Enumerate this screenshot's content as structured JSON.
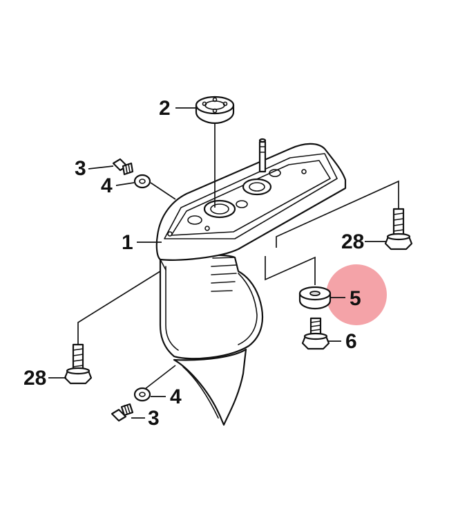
{
  "callouts": [
    {
      "id": "2",
      "label": "2"
    },
    {
      "id": "3a",
      "label": "3"
    },
    {
      "id": "4a",
      "label": "4"
    },
    {
      "id": "1",
      "label": "1"
    },
    {
      "id": "28a",
      "label": "28"
    },
    {
      "id": "5",
      "label": "5"
    },
    {
      "id": "6",
      "label": "6"
    },
    {
      "id": "28b",
      "label": "28"
    },
    {
      "id": "4b",
      "label": "4"
    },
    {
      "id": "3b",
      "label": "3"
    }
  ],
  "highlight": {
    "target": "5",
    "color": "#f4a3a8"
  }
}
